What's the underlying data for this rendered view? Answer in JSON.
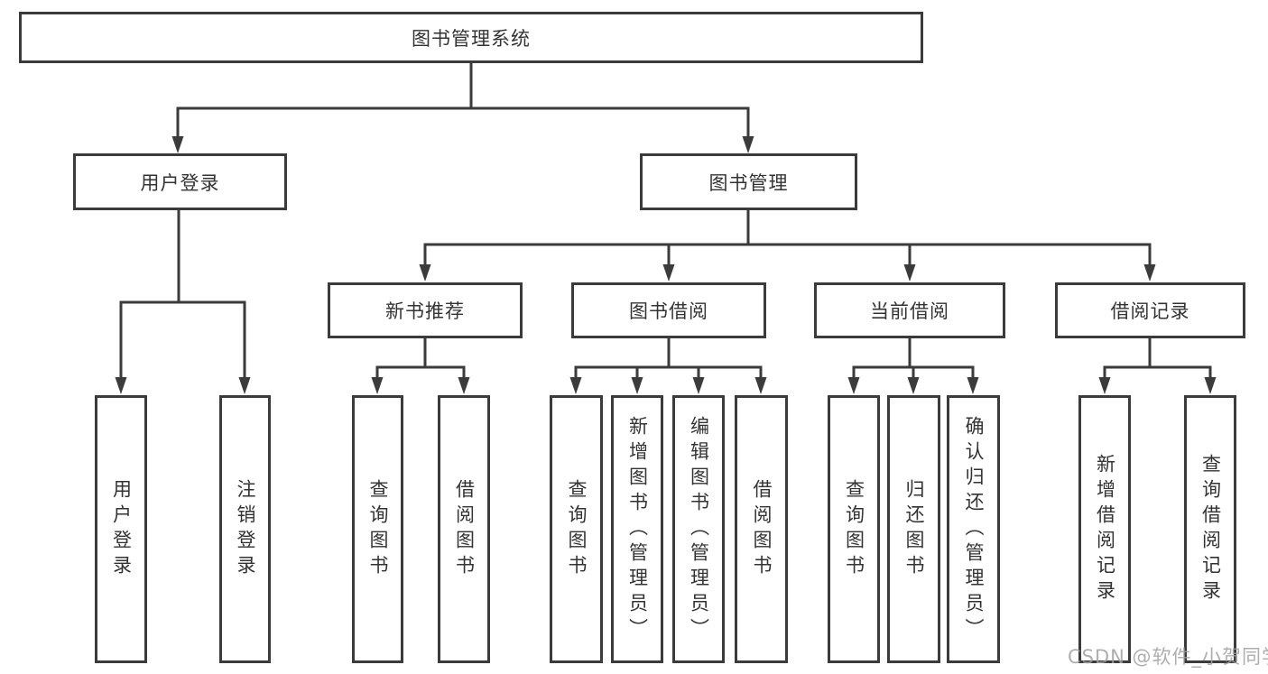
{
  "tree": {
    "label": "图书管理系统",
    "children": [
      {
        "label": "用户登录",
        "children": [
          {
            "label": "用户登录"
          },
          {
            "label": "注销登录"
          }
        ]
      },
      {
        "label": "图书管理",
        "children": [
          {
            "label": "新书推荐",
            "children": [
              {
                "label": "查询图书"
              },
              {
                "label": "借阅图书"
              }
            ]
          },
          {
            "label": "图书借阅",
            "children": [
              {
                "label": "查询图书"
              },
              {
                "label": "新增图书（管理员）"
              },
              {
                "label": "编辑图书（管理员）"
              },
              {
                "label": "借阅图书"
              }
            ]
          },
          {
            "label": "当前借阅",
            "children": [
              {
                "label": "查询图书"
              },
              {
                "label": "归还图书"
              },
              {
                "label": "确认归还（管理员）"
              }
            ]
          },
          {
            "label": "借阅记录",
            "children": [
              {
                "label": "新增借阅记录"
              },
              {
                "label": "查询借阅记录"
              }
            ]
          }
        ]
      }
    ]
  },
  "watermark": {
    "text": "CSDN @软件_小贺同学"
  },
  "colors": {
    "line": "#3b3b3b",
    "text": "#333333",
    "background": "#ffffff",
    "watermark": "#a0a0a0"
  }
}
